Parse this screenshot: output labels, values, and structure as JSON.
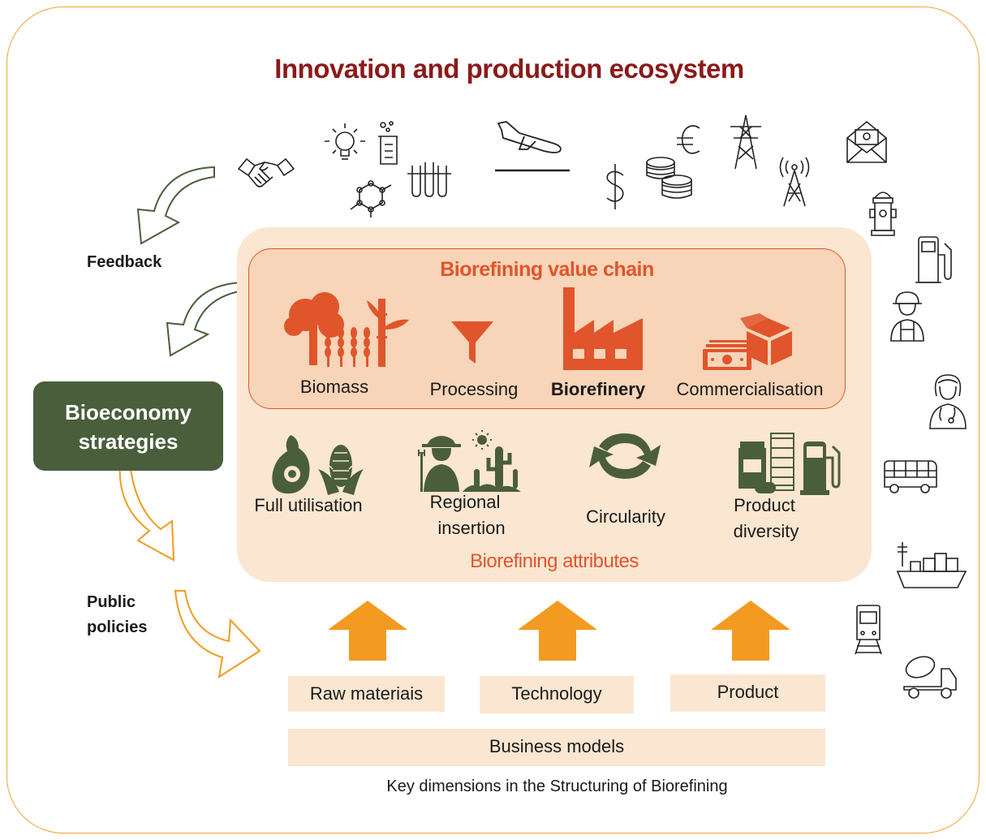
{
  "title": "Innovation and production ecosystem",
  "value_chain": {
    "title": "Biorefining value chain",
    "stages": [
      "Biomass",
      "Processing",
      "Biorefinery",
      "Commercialisation"
    ]
  },
  "attributes": {
    "title": "Biorefining attributes",
    "items": [
      {
        "line1": "Full utilisation",
        "line2": ""
      },
      {
        "line1": "Regional",
        "line2": "insertion"
      },
      {
        "line1": "Circularity",
        "line2": ""
      },
      {
        "line1": "Product",
        "line2": "diversity"
      }
    ]
  },
  "side": {
    "feedback": "Feedback",
    "strategies_line1": "Bioeconomy",
    "strategies_line2": "strategies",
    "policies_line1": "Public",
    "policies_line2": "policies"
  },
  "dimensions": [
    "Raw materiais",
    "Technology",
    "Product"
  ],
  "business_models": "Business models",
  "caption": "Key dimensions in the Structuring of Biorefining",
  "colors": {
    "title": "#8B1A1A",
    "accent_orange": "#E0552C",
    "arrow_orange": "#F39A21",
    "dark_green": "#4A5E3C",
    "panel": "#FBE6D1"
  }
}
